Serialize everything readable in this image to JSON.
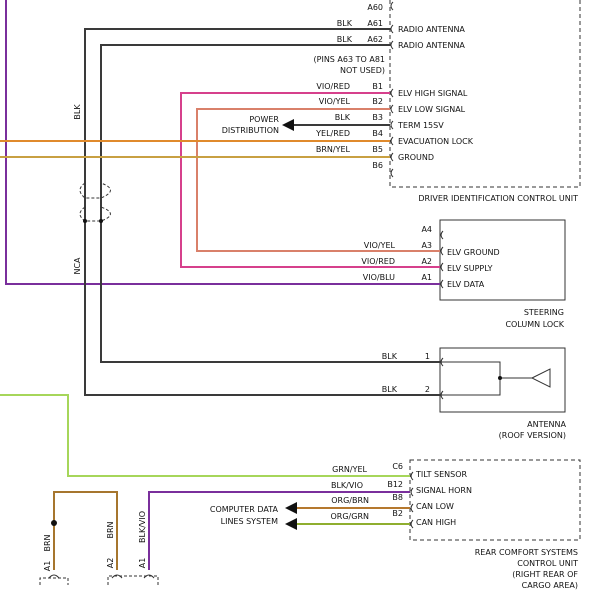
{
  "colors": {
    "blk": "#3a3a3a",
    "vio": "#7a2f9c",
    "vio_red": "#d6408c",
    "vio_yel": "#d9806a",
    "yel_red": "#e08a2c",
    "brn_yel": "#c8a042",
    "grn_yel": "#a6d65a",
    "blk_vio": "#7a2f9c",
    "org_brn": "#b5782e",
    "org_grn": "#8fae2f",
    "brn": "#a6762e"
  },
  "diagram": {
    "driver_id_unit": {
      "title": "DRIVER IDENTIFICATION CONTROL UNIT",
      "pins_note_1": "(PINS A63 TO A81",
      "pins_note_2": "NOT USED)",
      "pins": [
        {
          "pin": "A60",
          "wire": "",
          "label": ""
        },
        {
          "pin": "A61",
          "wire": "BLK",
          "label": "RADIO ANTENNA"
        },
        {
          "pin": "A62",
          "wire": "BLK",
          "label": "RADIO ANTENNA"
        },
        {
          "pin": "B1",
          "wire": "VIO/RED",
          "label": "ELV HIGH SIGNAL"
        },
        {
          "pin": "B2",
          "wire": "VIO/YEL",
          "label": "ELV LOW SIGNAL"
        },
        {
          "pin": "B3",
          "wire": "BLK",
          "label": "TERM 15SV"
        },
        {
          "pin": "B4",
          "wire": "YEL/RED",
          "label": "EVACUATION LOCK"
        },
        {
          "pin": "B5",
          "wire": "BRN/YEL",
          "label": "GROUND"
        },
        {
          "pin": "B6",
          "wire": "",
          "label": ""
        }
      ]
    },
    "power_distribution": {
      "line1": "POWER",
      "line2": "DISTRIBUTION"
    },
    "steering_lock": {
      "title_1": "STEERING",
      "title_2": "COLUMN LOCK",
      "pins": [
        {
          "pin": "A4",
          "wire": "",
          "label": ""
        },
        {
          "pin": "A3",
          "wire": "VIO/YEL",
          "label": "ELV GROUND"
        },
        {
          "pin": "A2",
          "wire": "VIO/RED",
          "label": "ELV SUPPLY"
        },
        {
          "pin": "A1",
          "wire": "VIO/BLU",
          "label": "ELV DATA"
        }
      ]
    },
    "antenna": {
      "title_1": "ANTENNA",
      "title_2": "(ROOF VERSION)",
      "pins": [
        {
          "pin": "1",
          "wire": "BLK"
        },
        {
          "pin": "2",
          "wire": "BLK"
        }
      ]
    },
    "rear_comfort_unit": {
      "title_1": "REAR COMFORT SYSTEMS",
      "title_2": "CONTROL UNIT",
      "title_3": "(RIGHT REAR OF",
      "title_4": "CARGO AREA)",
      "pins": [
        {
          "pin": "C6",
          "wire": "GRN/YEL",
          "label": "TILT SENSOR"
        },
        {
          "pin": "B12",
          "wire": "BLK/VIO",
          "label": "SIGNAL HORN"
        },
        {
          "pin": "B8",
          "wire": "ORG/BRN",
          "label": "CAN LOW"
        },
        {
          "pin": "B2",
          "wire": "ORG/GRN",
          "label": "CAN HIGH"
        }
      ]
    },
    "computer_data": {
      "line1": "COMPUTER DATA",
      "line2": "LINES SYSTEM"
    },
    "left_labels": {
      "blk": "BLK",
      "nca": "NCA"
    },
    "bottom_connectors": [
      {
        "pin": "A1",
        "wire": "BRN"
      },
      {
        "pin": "A2",
        "wire": "BRN"
      },
      {
        "pin": "A1",
        "wire": "BLK/VIO"
      }
    ]
  }
}
